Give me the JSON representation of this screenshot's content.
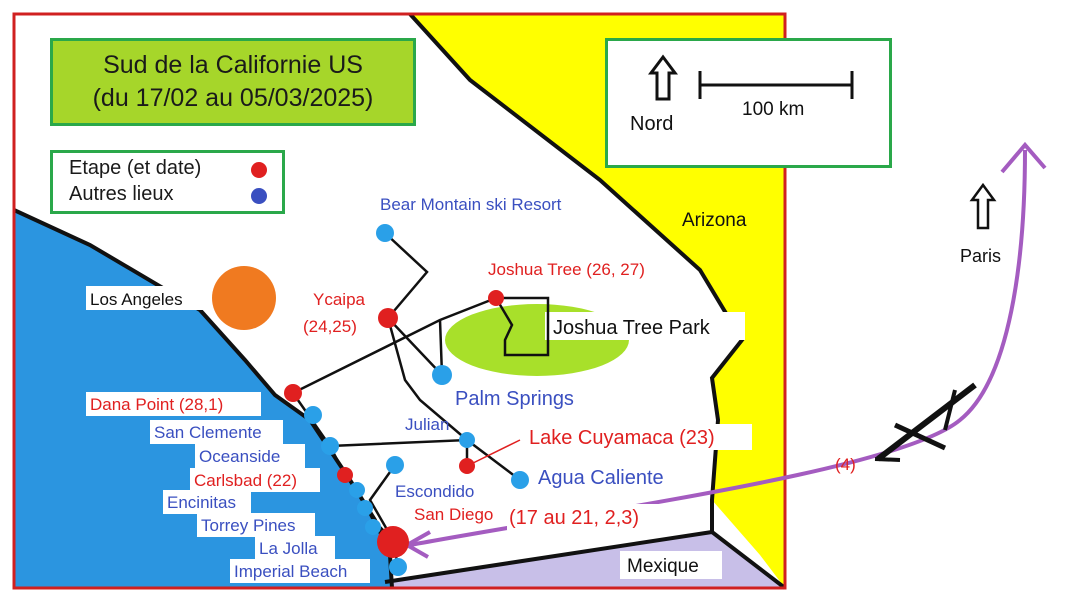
{
  "title": {
    "line1": "Sud de la Californie US",
    "line2": "(du 17/02 au 05/03/2025)"
  },
  "legend": {
    "stage_label": "Etape (et date)",
    "other_label": "Autres lieux",
    "stage_color": "#e02020",
    "other_color": "#3a4fc0"
  },
  "compass": {
    "north_label": "Nord",
    "scale_label": "100 km",
    "paris_label": "Paris"
  },
  "regions": {
    "arizona": "Arizona",
    "mexico": "Mexique",
    "park": "Joshua Tree Park"
  },
  "flight_leg": "(4)",
  "colors": {
    "ocean": "#2b95e0",
    "arizona": "#ffff00",
    "mexico": "#c8bfe8",
    "park": "#a8e02a",
    "la_circle": "#f07a20",
    "stage": "#e02020",
    "other": "#2aa0e8",
    "route": "#111111",
    "flight": "#a45cc0",
    "frame": "#d02020"
  },
  "places": {
    "bear": "Bear Montain ski Resort",
    "joshua": "Joshua Tree (26, 27)",
    "ycaipa1": "Ycaipa",
    "ycaipa2": "(24,25)",
    "la": "Los Angeles",
    "palm": "Palm  Springs",
    "dana": "Dana Point  (28,1)",
    "sanclemente": "San Clemente",
    "oceanside": "Oceanside",
    "julian": "Julian",
    "cuyamaca": "Lake Cuyamaca (23)",
    "carlsbad": "Carlsbad  (22)",
    "agua": "Agua Caliente",
    "encinitas": "Encinitas",
    "escondido": "Escondido",
    "torrey": "Torrey Pines",
    "sandiego": "San Diego",
    "sandiego_dates": "(17 au 21, 2,3)",
    "lajolla": "La Jolla",
    "imperial": "Imperial Beach"
  }
}
